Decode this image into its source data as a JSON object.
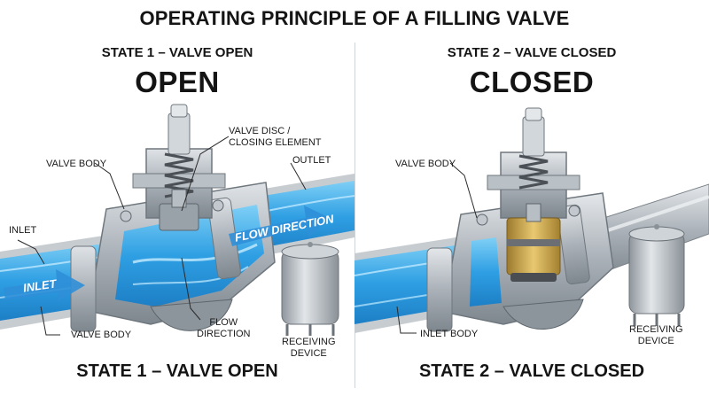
{
  "title": "OPERATING PRINCIPLE OF A FILLING VALVE",
  "open_panel": {
    "header": "STATE 1 – VALVE OPEN",
    "big": "OPEN",
    "footer": "STATE 1 – VALVE OPEN",
    "labels": {
      "valve_disc_1": "VALVE DISC /",
      "valve_disc_2": "CLOSING ELEMENT",
      "valve_body_top": "VALVE BODY",
      "outlet": "OUTLET",
      "inlet": "INLET",
      "flow_arrow": "FLOW DIRECTION",
      "inlet_arrow": "INLET",
      "valve_body_bottom": "VALVE BODY",
      "flow_dir_1": "FLOW",
      "flow_dir_2": "DIRECTION",
      "receiving_1": "RECEIVING",
      "receiving_2": "DEVICE"
    }
  },
  "closed_panel": {
    "header": "STATE 2 – VALVE CLOSED",
    "big": "CLOSED",
    "footer": "STATE 2 – VALVE CLOSED",
    "labels": {
      "valve_body_top": "VALVE BODY",
      "inlet_body": "INLET BODY",
      "receiving_1": "RECEIVING",
      "receiving_2": "DEVICE"
    }
  },
  "colors": {
    "water": "#3aa7e6",
    "steel": "#a9b0b7",
    "brass": "#c9a24a"
  }
}
